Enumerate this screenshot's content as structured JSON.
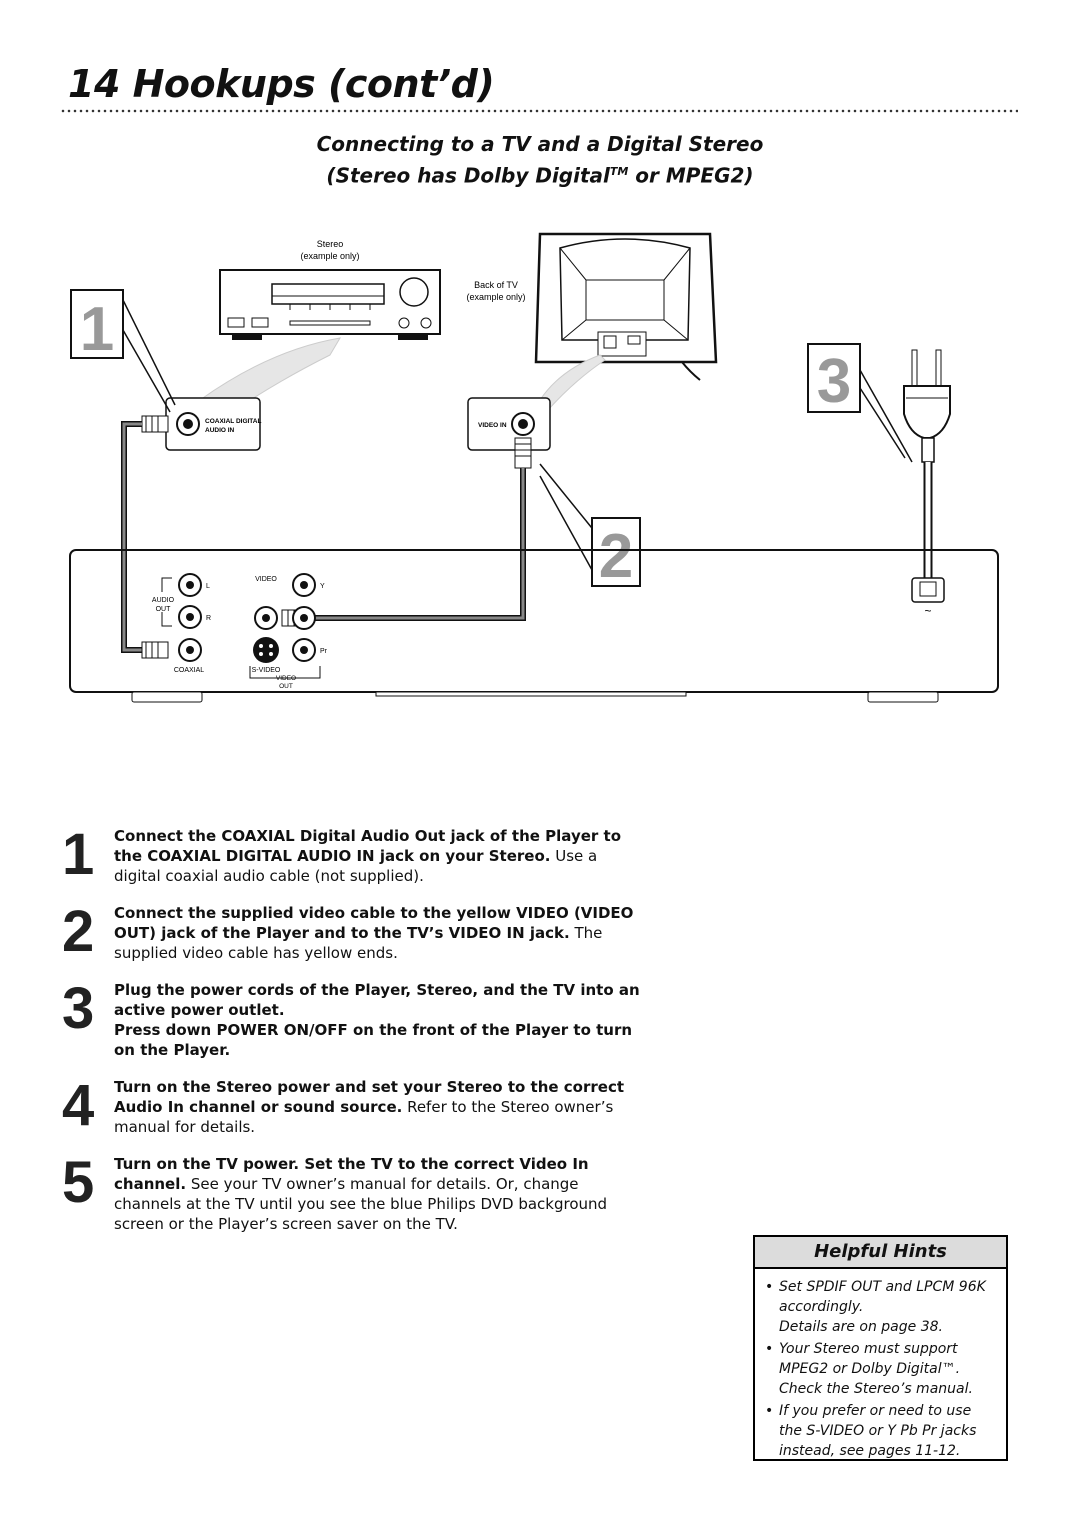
{
  "page": {
    "number": "14",
    "title": "Hookups (cont’d)"
  },
  "section": {
    "title_line1": "Connecting to a TV and a Digital Stereo",
    "title_line2_a": "(Stereo has Dolby Digital",
    "title_line2_tm": "TM",
    "title_line2_b": " or MPEG2)"
  },
  "diagram": {
    "stereo_label": "Stereo",
    "stereo_sub": "(example only)",
    "tv_label": "Back of TV",
    "tv_sub": "(example only)",
    "coaxial_jack_label_1": "COAXIAL DIGITAL",
    "coaxial_jack_label_2": "AUDIO IN",
    "video_in_label": "VIDEO IN",
    "callout_1": "1",
    "callout_2": "2",
    "callout_3": "3",
    "player": {
      "audio": "AUDIO",
      "out": "OUT",
      "l": "L",
      "r": "R",
      "video": "VIDEO",
      "y": "Y",
      "pr": "Pr",
      "coaxial": "COAXIAL",
      "svideo": "S-VIDEO",
      "video_out_1": "VIDEO",
      "video_out_2": "OUT",
      "ac": "~"
    }
  },
  "steps": [
    {
      "num": "1",
      "bold": "Connect the COAXIAL Digital Audio Out jack of the Player to the COAXIAL DIGITAL AUDIO IN jack on your Stereo.",
      "text": " Use a digital coaxial audio cable (not supplied)."
    },
    {
      "num": "2",
      "bold": "Connect the supplied video cable to the yellow VIDEO (VIDEO OUT) jack of the Player and to the TV’s VIDEO IN jack.",
      "text": " The supplied video cable has yellow ends."
    },
    {
      "num": "3",
      "bold": "Plug the power cords of the Player, Stereo, and the TV into an active power outlet.",
      "bold2": "Press down POWER ON/OFF on the front of the Player to turn on the Player.",
      "text": ""
    },
    {
      "num": "4",
      "bold": "Turn on the Stereo power and set your Stereo to the correct Audio In channel or sound source.",
      "text": " Refer to the Stereo owner’s manual for details."
    },
    {
      "num": "5",
      "bold": "Turn on the TV power. Set the TV to the correct Video In channel.",
      "text": " See your TV owner’s manual for details. Or, change channels at the TV until you see the blue Philips DVD background screen or the Player’s screen saver on the TV."
    }
  ],
  "hints": {
    "header": "Helpful Hints",
    "items": [
      {
        "line1": "Set SPDIF OUT and LPCM 96K accordingly.",
        "line2": "Details are on page 38."
      },
      {
        "line1": "Your Stereo must support MPEG2 or Dolby Digital™.",
        "line2": "Check the Stereo’s manual."
      },
      {
        "line1": "If you prefer or need to use the S-VIDEO or Y Pb Pr jacks instead, see pages 11-12.",
        "line2": ""
      }
    ]
  }
}
